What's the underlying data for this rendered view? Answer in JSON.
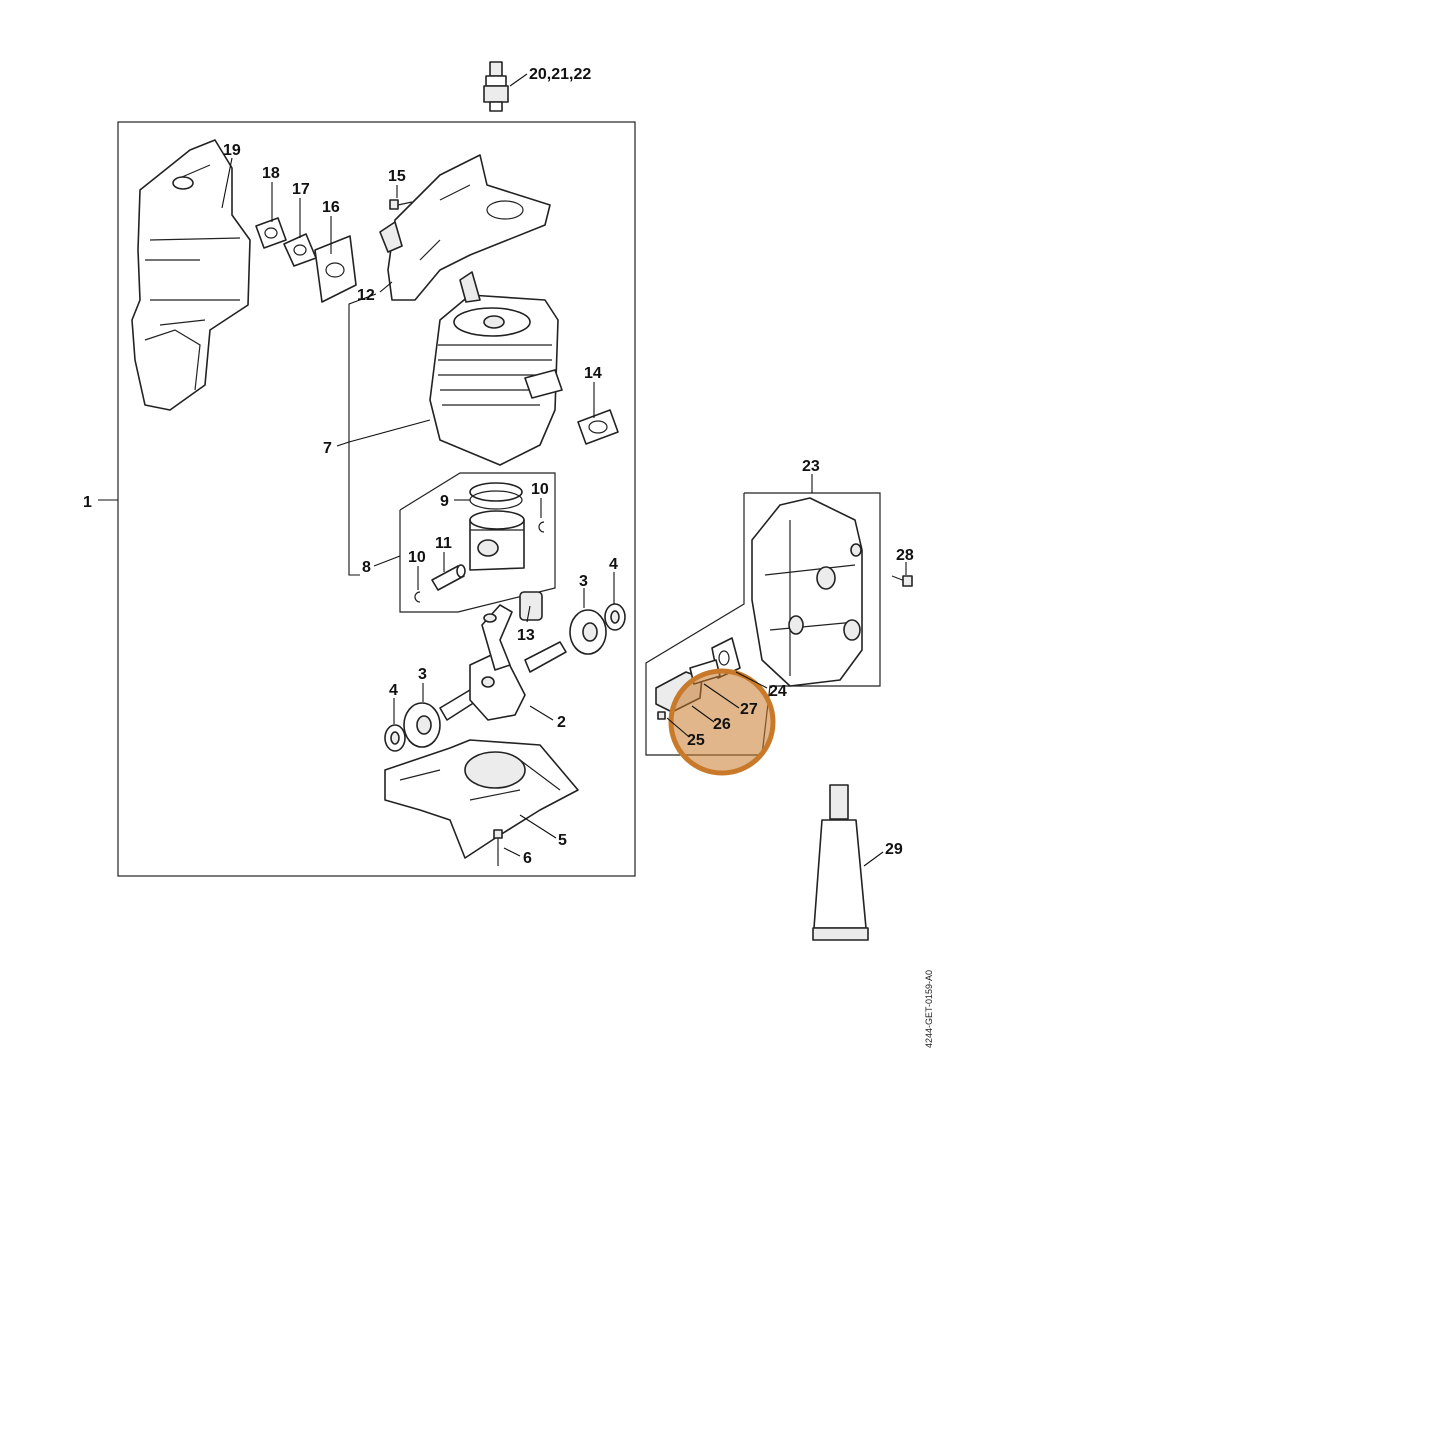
{
  "diagram": {
    "drawing_code": "4244-GET-0159-A0",
    "highlight_color": "#c87a2a",
    "callouts": {
      "c1": "1",
      "c2": "2",
      "c3a": "3",
      "c3b": "3",
      "c4a": "4",
      "c4b": "4",
      "c5": "5",
      "c6": "6",
      "c7": "7",
      "c8": "8",
      "c9": "9",
      "c10a": "10",
      "c10b": "10",
      "c11": "11",
      "c12": "12",
      "c13": "13",
      "c14": "14",
      "c15": "15",
      "c16": "16",
      "c17": "17",
      "c18": "18",
      "c19": "19",
      "c20": "20,21,22",
      "c23": "23",
      "c24": "24",
      "c25": "25",
      "c26": "26",
      "c27": "27",
      "c28": "28",
      "c29": "29"
    }
  }
}
